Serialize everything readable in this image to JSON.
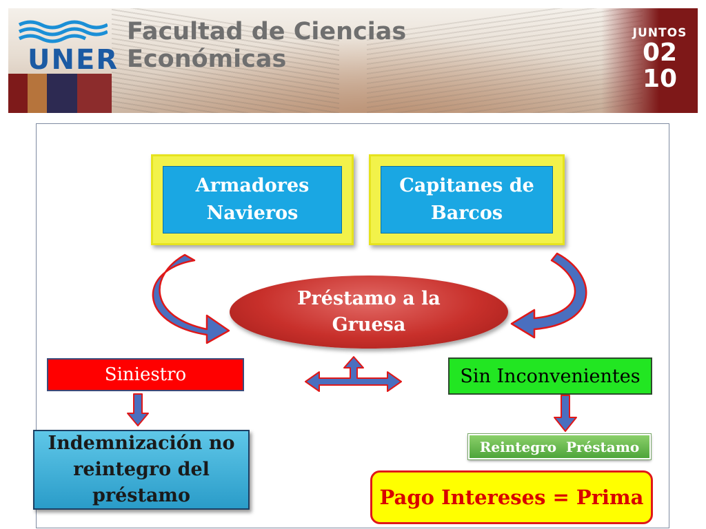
{
  "header": {
    "logo_abbr": "UNER",
    "faculty_line1": "Facultad de Ciencias",
    "faculty_line2": "Económicas",
    "badge_top": "JUNTOS",
    "badge_line1": "02",
    "badge_line2": "10"
  },
  "diagram": {
    "box_armadores": "Armadores Navieros",
    "box_capitanes": "Capitanes de Barcos",
    "center": "Préstamo a la Gruesa",
    "left_outcome": "Siniestro",
    "left_result": "Indemnización no reintegro del préstamo",
    "right_outcome": "Sin Inconvenientes",
    "right_result": "Reintegro  Préstamo",
    "right_final": "Pago Intereses = Prima"
  },
  "colors": {
    "bevel_fill": "#1aa7e3",
    "bevel_frame": "#f2f24a",
    "ellipse": "#c8302b",
    "siniestro": "#ff0000",
    "sin_inconvenientes": "#22e622",
    "pago_fill": "#ffff00",
    "pago_text": "#d80000",
    "arrow_fill": "#4a6fbf",
    "arrow_stroke": "#e01818"
  }
}
